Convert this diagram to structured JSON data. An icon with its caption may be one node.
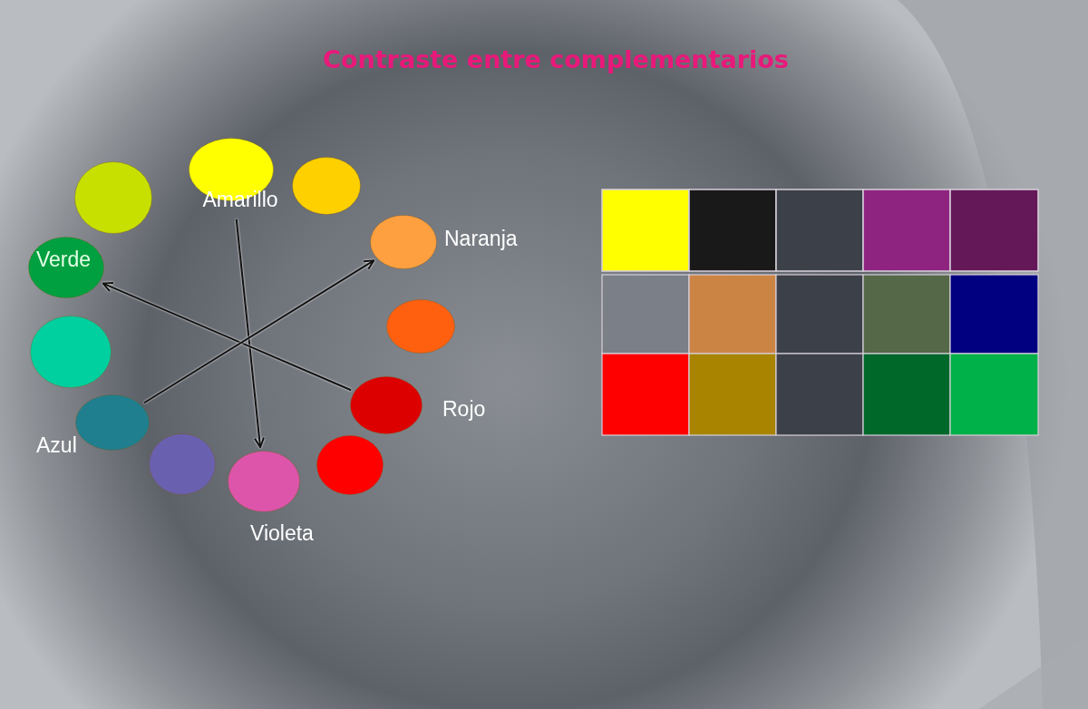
{
  "diagram": {
    "title": "Contraste entre  complementarios",
    "nodes": [
      {
        "text": [
          "Amarillo"
        ]
      },
      {
        "text": [],
        "shape": "circle"
      },
      {
        "text": [],
        "shape": "circle",
        "beside": [
          "Naranja"
        ]
      },
      {
        "text": [],
        "shape": "circle"
      },
      {
        "text": [],
        "shape": "circle",
        "beside": [
          "Rojo"
        ]
      },
      {
        "text": [],
        "shape": "circle"
      },
      {
        "text": [],
        "shape": "circle",
        "beside": [
          "Violeta"
        ]
      },
      {
        "text": [],
        "shape": "circle"
      },
      {
        "text": [],
        "shape": "circle",
        "beside": [
          "Azul"
        ]
      },
      {
        "text": [],
        "shape": "circle"
      },
      {
        "text": [
          "Verde"
        ]
      },
      {
        "text": [],
        "shape": "circle"
      }
    ],
    "edges": [
      {
        "from": 0,
        "to": 6,
        "arrow": "to"
      },
      {
        "from": 4,
        "to": 10,
        "arrow": "to"
      },
      {
        "from": 8,
        "to": 2,
        "arrow": "to"
      }
    ]
  }
}
